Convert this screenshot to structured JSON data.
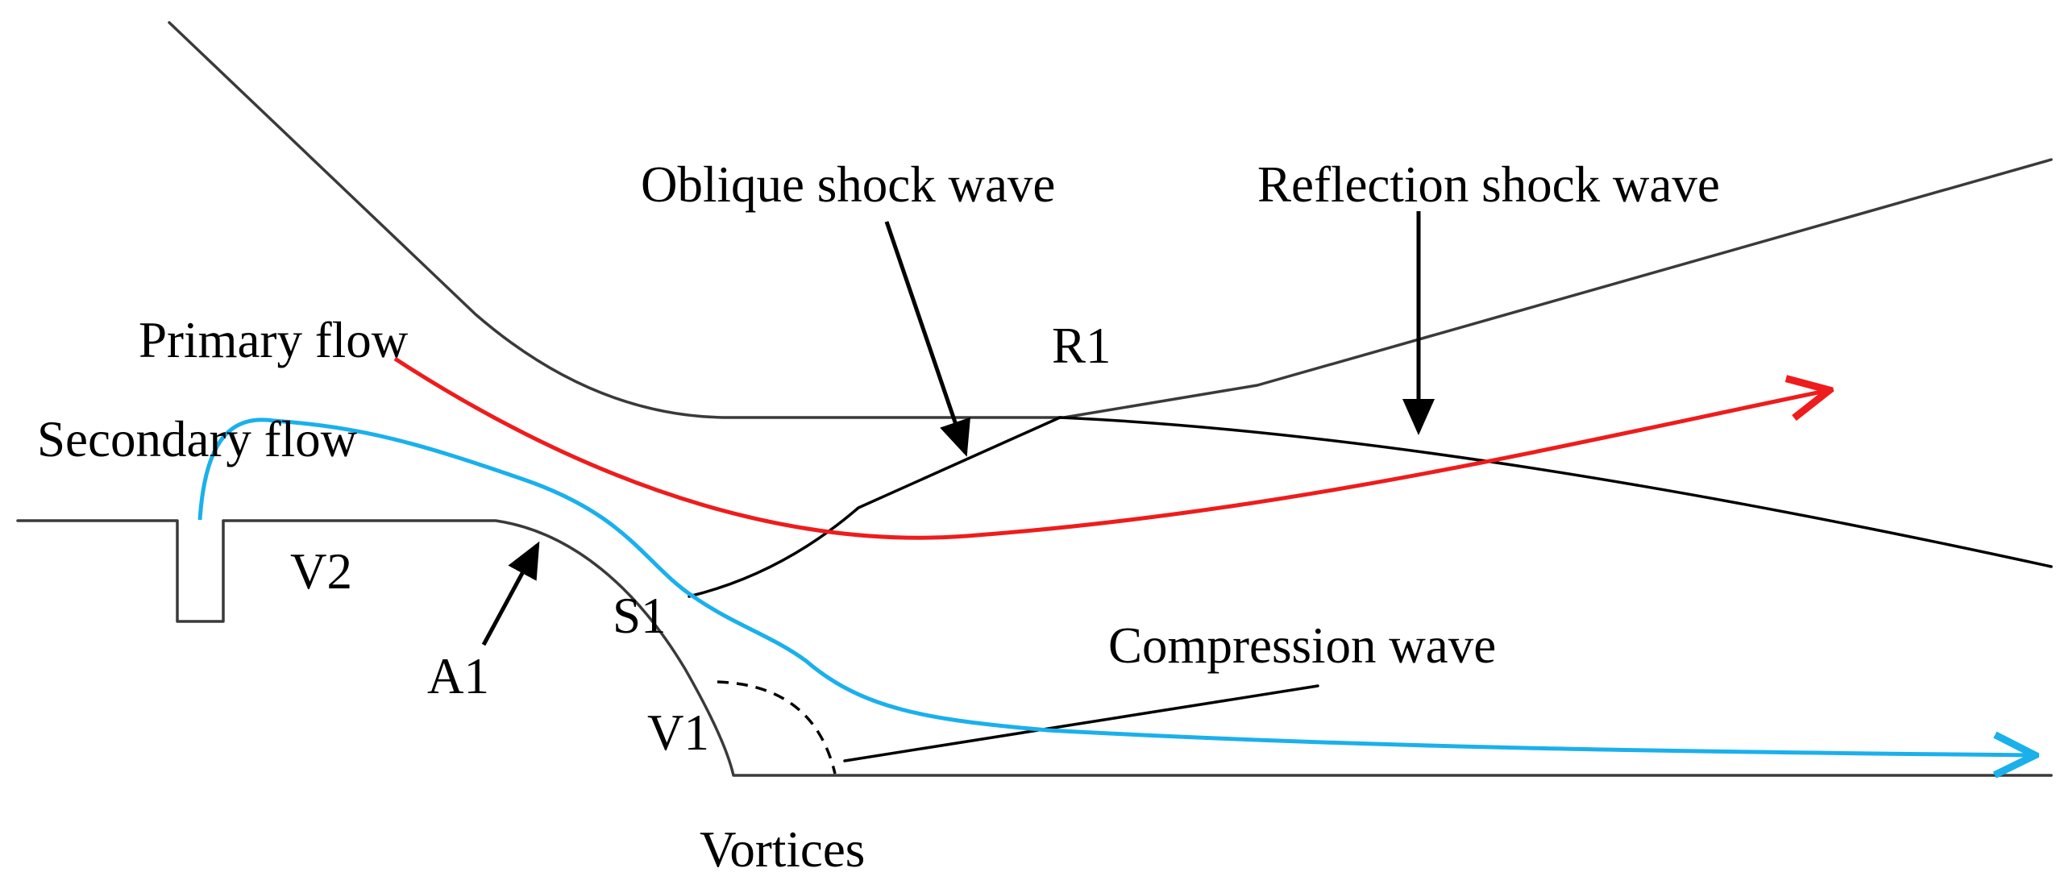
{
  "labels": {
    "oblique_shock": "Oblique shock wave",
    "reflection_shock": "Reflection shock wave",
    "primary_flow": "Primary flow",
    "secondary_flow": "Secondary flow",
    "r1": "R1",
    "v2": "V2",
    "s1": "S1",
    "a1": "A1",
    "v1": "V1",
    "compression_wave": "Compression wave",
    "vortices": "Vortices"
  },
  "colors": {
    "primary_flow": "#ee1c1c",
    "secondary_flow": "#1ab0ec",
    "wall": "#3a3a3a",
    "shock": "#000000"
  }
}
